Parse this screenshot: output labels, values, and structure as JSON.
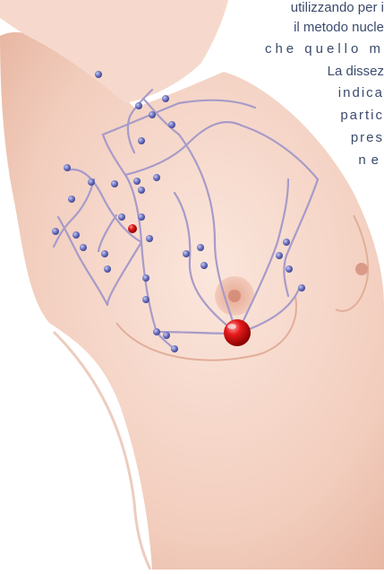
{
  "text_lines": [
    "utilizzando per i",
    "il metodo nucle",
    "che quello m",
    "La dissez",
    "indica",
    "partic",
    "pres",
    "ne"
  ],
  "colors": {
    "skin": "#f4d4c6",
    "skin_shadow": "#e7b9a6",
    "vessel": "#a79bc9",
    "node": "#5b63b0",
    "sentinel_node": "#d10f0f",
    "text": "#3b4a6b"
  }
}
